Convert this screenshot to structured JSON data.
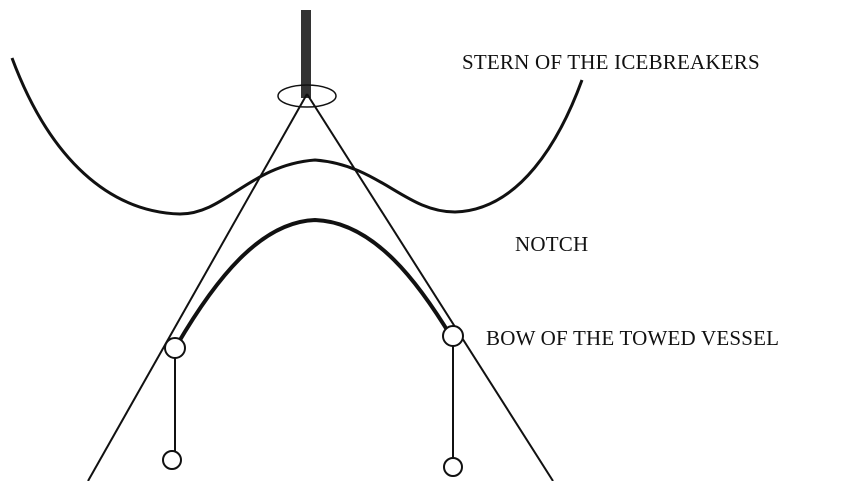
{
  "labels": {
    "stern": "STERN OF THE ICEBREAKERS",
    "notch": "NOTCH",
    "bow": "BOW OF THE TOWED VESSEL"
  },
  "colors": {
    "stroke": "#111111",
    "post": "#333333",
    "background": "#ffffff"
  }
}
